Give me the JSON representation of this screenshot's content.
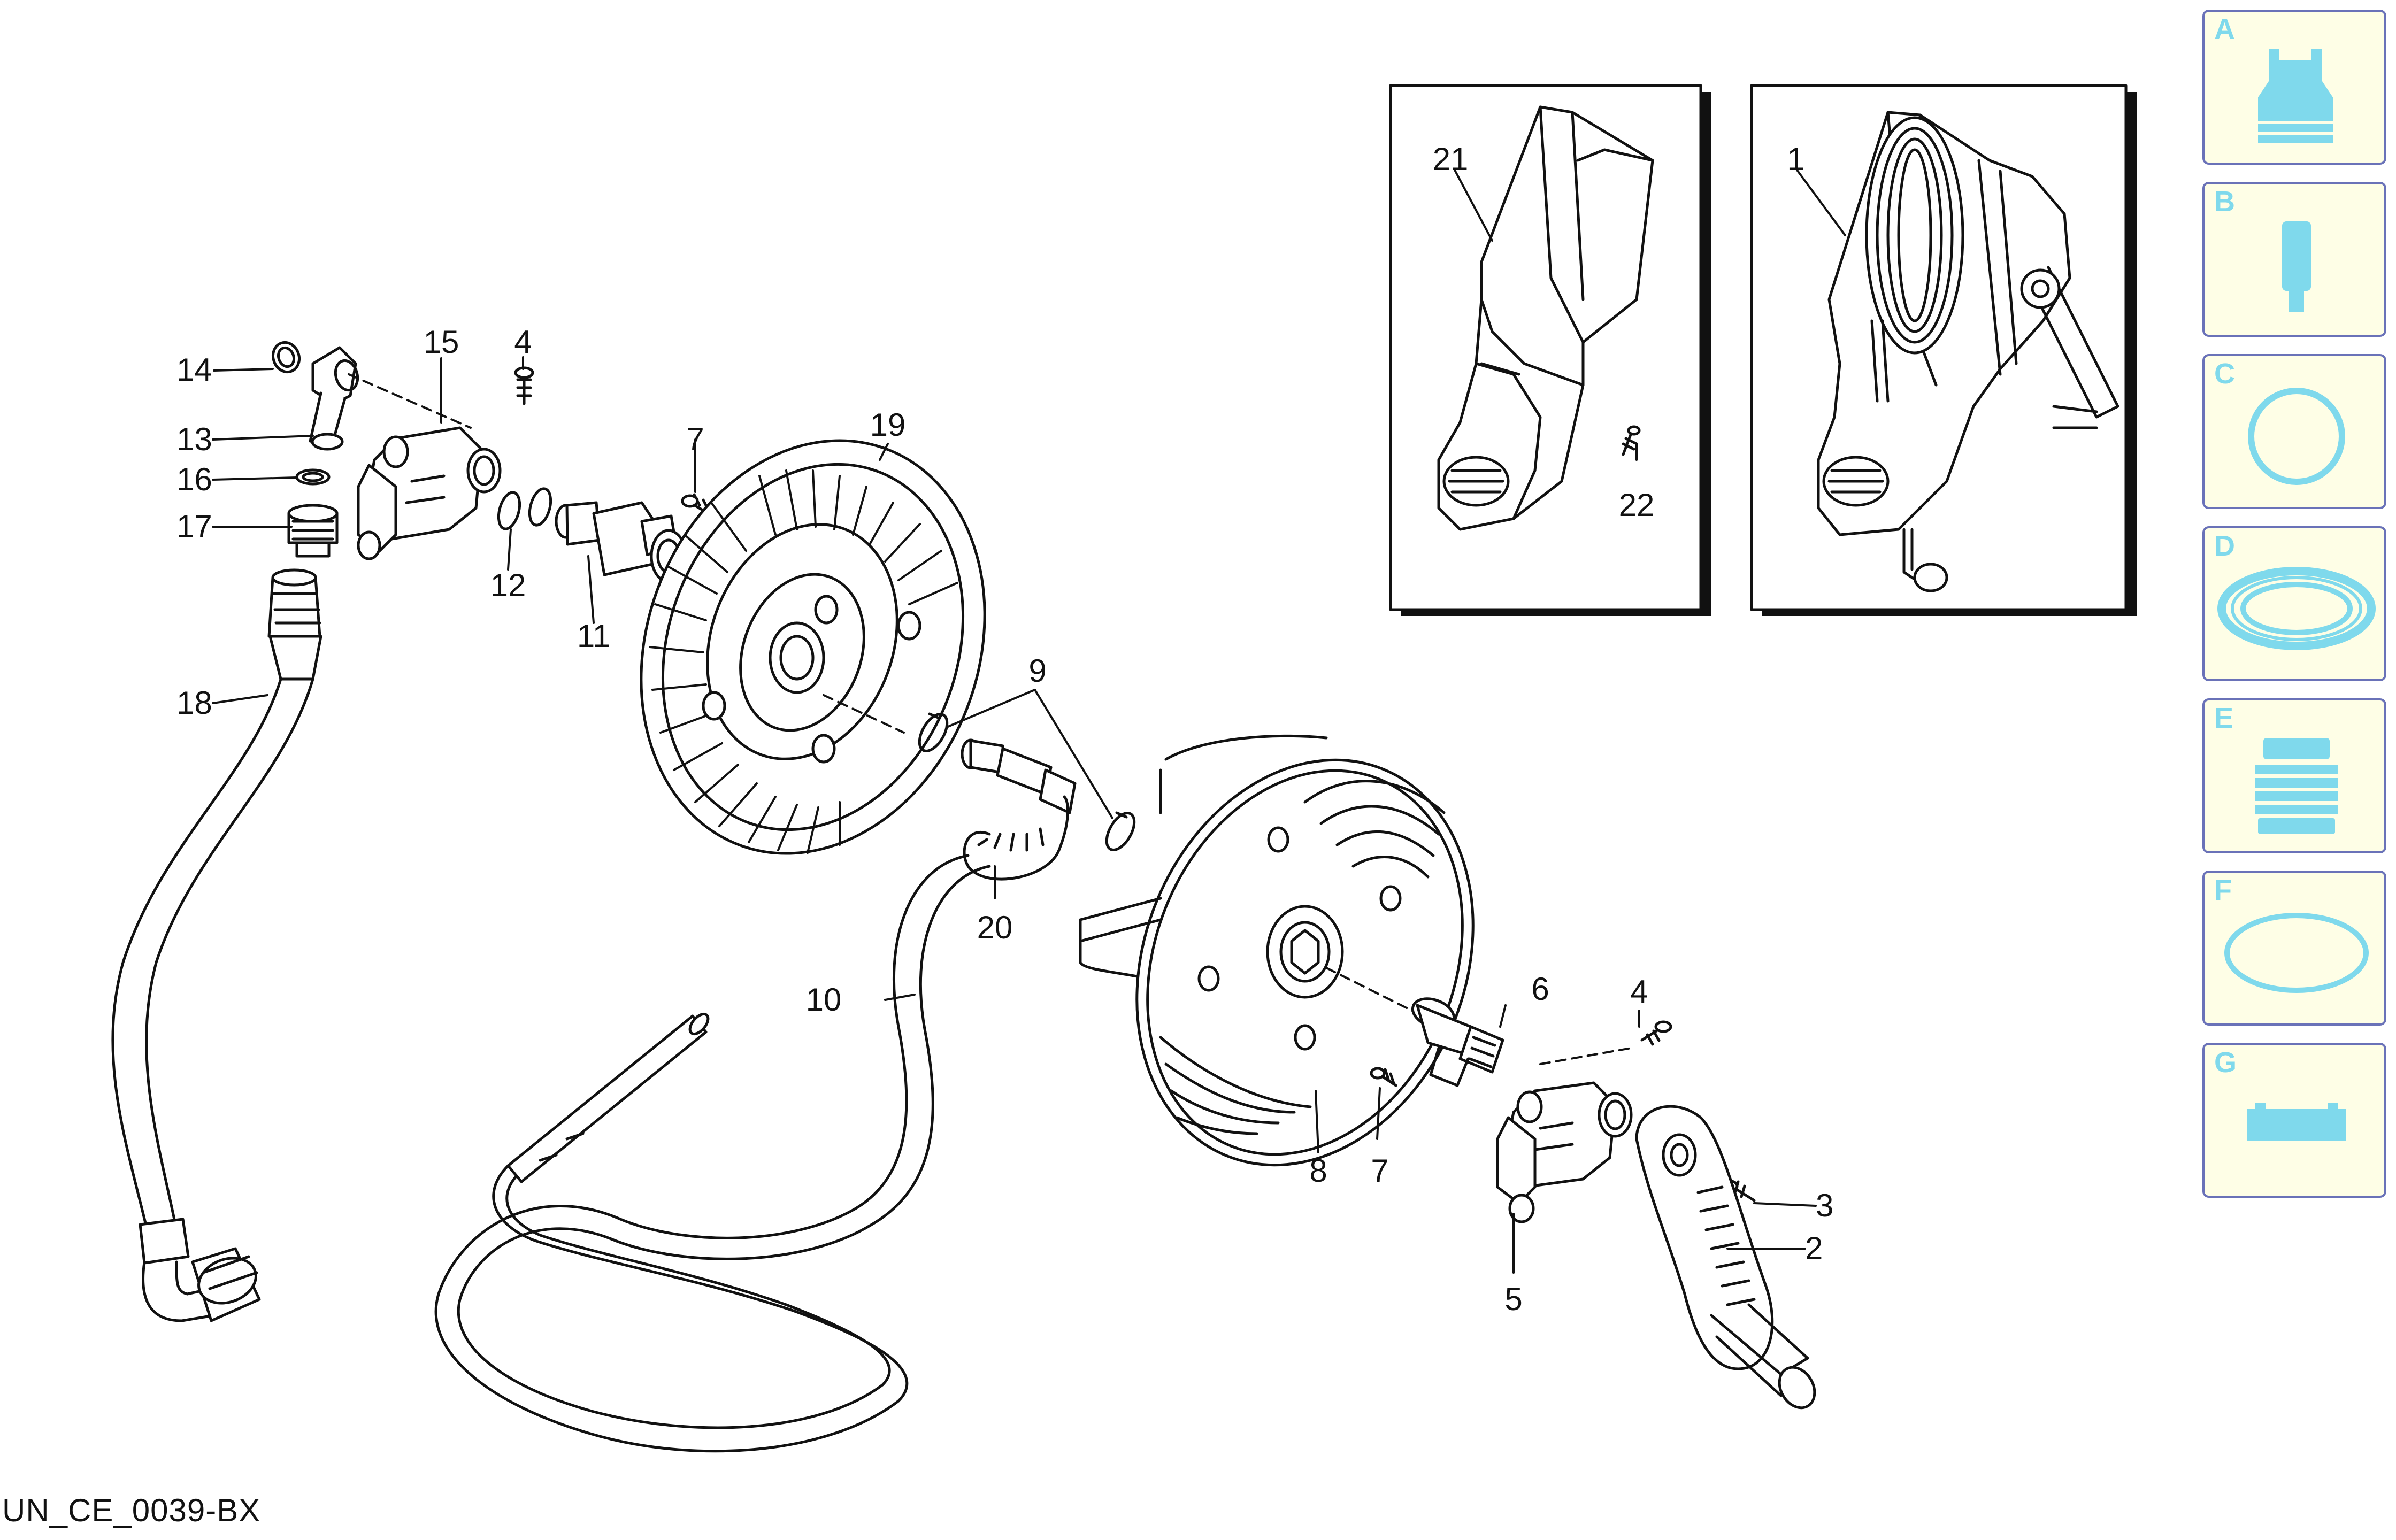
{
  "document": {
    "code": "UN_CE_0039-BX"
  },
  "callouts": [
    "1",
    "2",
    "3",
    "4",
    "4",
    "5",
    "6",
    "7",
    "7",
    "8",
    "9",
    "10",
    "11",
    "12",
    "13",
    "14",
    "15",
    "16",
    "17",
    "18",
    "19",
    "20",
    "21",
    "22"
  ],
  "inset_views": {
    "left_callouts": [
      "21",
      "22"
    ],
    "right_callouts": [
      "1"
    ]
  },
  "category_tiles": [
    {
      "letter": "A",
      "icon": "connector-coupling-icon"
    },
    {
      "letter": "B",
      "icon": "nozzle-cartridge-icon"
    },
    {
      "letter": "C",
      "icon": "o-ring-icon"
    },
    {
      "letter": "D",
      "icon": "washer-seal-icon"
    },
    {
      "letter": "E",
      "icon": "threaded-fitting-icon"
    },
    {
      "letter": "F",
      "icon": "gasket-ring-icon"
    },
    {
      "letter": "G",
      "icon": "profile-strip-icon"
    }
  ],
  "colors": {
    "tile_bg": "#fefee6",
    "tile_border": "#6a72b8",
    "tile_accent": "#7fd9ec",
    "line": "#111111"
  }
}
